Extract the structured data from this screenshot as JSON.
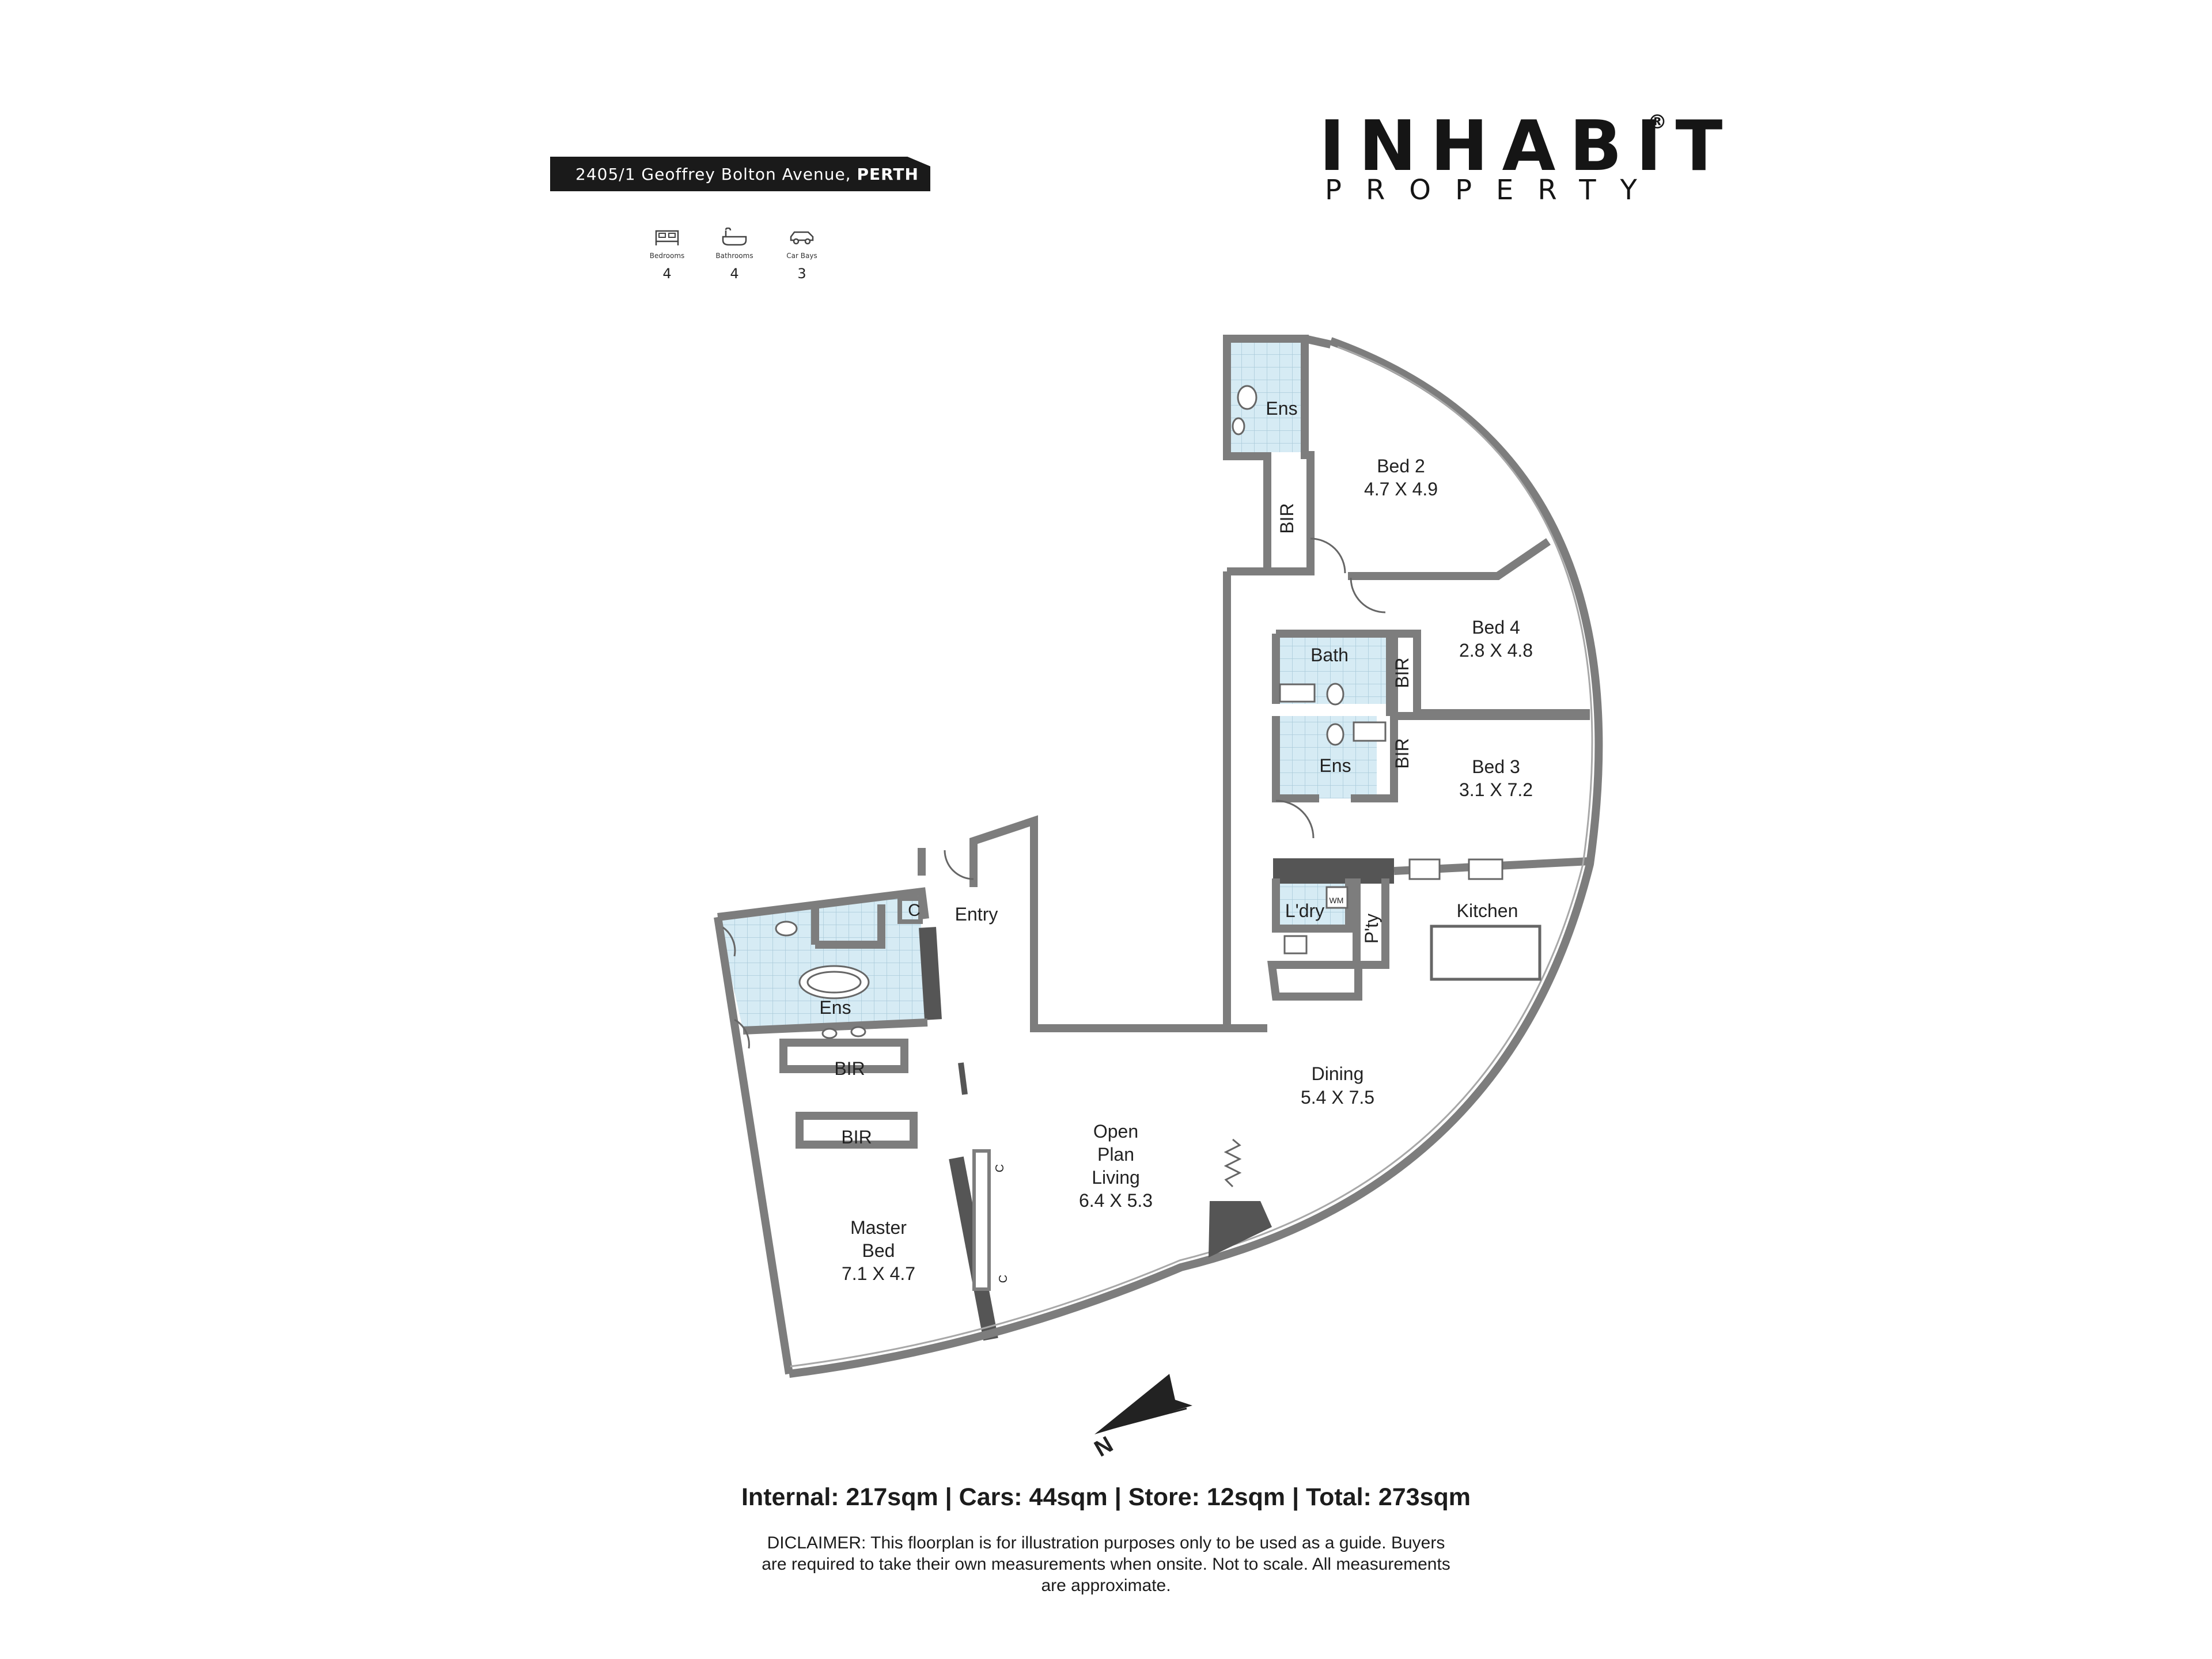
{
  "address": {
    "street": "2405/1 Geoffrey Bolton Avenue,",
    "city": "PERTH"
  },
  "brand": {
    "name": "INHABIT",
    "sub": "PROPERTY",
    "mark": "®"
  },
  "features": [
    {
      "label": "Bedrooms",
      "value": "4",
      "icon": "bed-icon"
    },
    {
      "label": "Bathrooms",
      "value": "4",
      "icon": "bath-icon"
    },
    {
      "label": "Car Bays",
      "value": "3",
      "icon": "car-icon"
    }
  ],
  "rooms": {
    "ens_top": "Ens",
    "bed2": "Bed 2",
    "bed2_size": "4.7 X 4.9",
    "bir_bed2": "BIR",
    "bed4": "Bed 4",
    "bed4_size": "2.8 X 4.8",
    "bath": "Bath",
    "bir_bed4": "BIR",
    "ens_bed3": "Ens",
    "bir_bed3": "BIR",
    "bed3": "Bed 3",
    "bed3_size": "3.1 X 7.2",
    "kitchen": "Kitchen",
    "laundry": "L'dry",
    "wm": "WM",
    "pantry": "P'ty",
    "entry": "Entry",
    "closet": "C",
    "ens_master": "Ens",
    "bir_master1": "BIR",
    "bir_master2": "BIR",
    "dining": "Dining",
    "dining_size": "5.4 X 7.5",
    "living_1": "Open",
    "living_2": "Plan",
    "living_3": "Living",
    "living_size": "6.4 X 5.3",
    "master_1": "Master",
    "master_2": "Bed",
    "master_size": "7.1 X 4.7",
    "c1": "C",
    "c2": "C"
  },
  "north": "N",
  "summary": "Internal: 217sqm | Cars: 44sqm | Store: 12sqm | Total: 273sqm",
  "disclaimer": "DICLAIMER: This floorplan is for illustration purposes only to be used as a guide. Buyers are required to take their own measurements when onsite. Not to scale. All measurements are approximate.",
  "colors": {
    "wall": "#7d7d7d",
    "tile": "#d9ecf4",
    "tag": "#1a1a1a"
  }
}
